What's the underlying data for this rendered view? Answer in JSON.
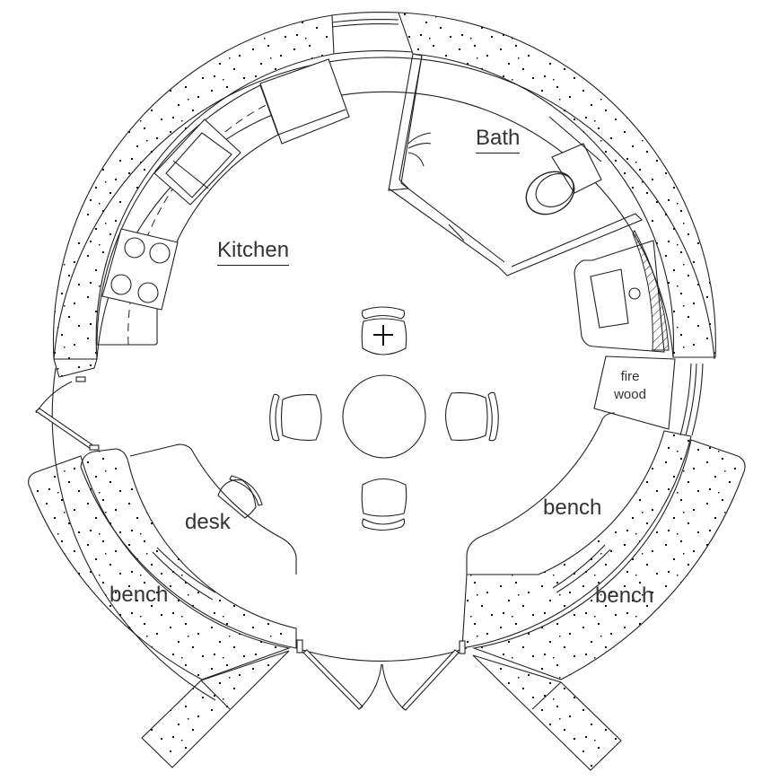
{
  "drawing": {
    "type": "circular cabin floor plan",
    "line_color": "#222222",
    "background": "#ffffff"
  },
  "rooms": {
    "kitchen": "Kitchen",
    "bath": "Bath"
  },
  "areas": {
    "desk": "desk",
    "bench_inner_left": "bench",
    "bench_inner_right": "bench",
    "bench_outer_right": "bench",
    "firewood_line1": "fire",
    "firewood_line2": "wood"
  },
  "fixtures": [
    "refrigerator",
    "sink",
    "stove",
    "toilet",
    "bathroom-sink",
    "dining-table",
    "chair",
    "chair",
    "chair",
    "chair",
    "desk-chair",
    "entry-double-door",
    "side-door",
    "window"
  ],
  "cursor": {
    "icon": "crosshair-cursor"
  }
}
